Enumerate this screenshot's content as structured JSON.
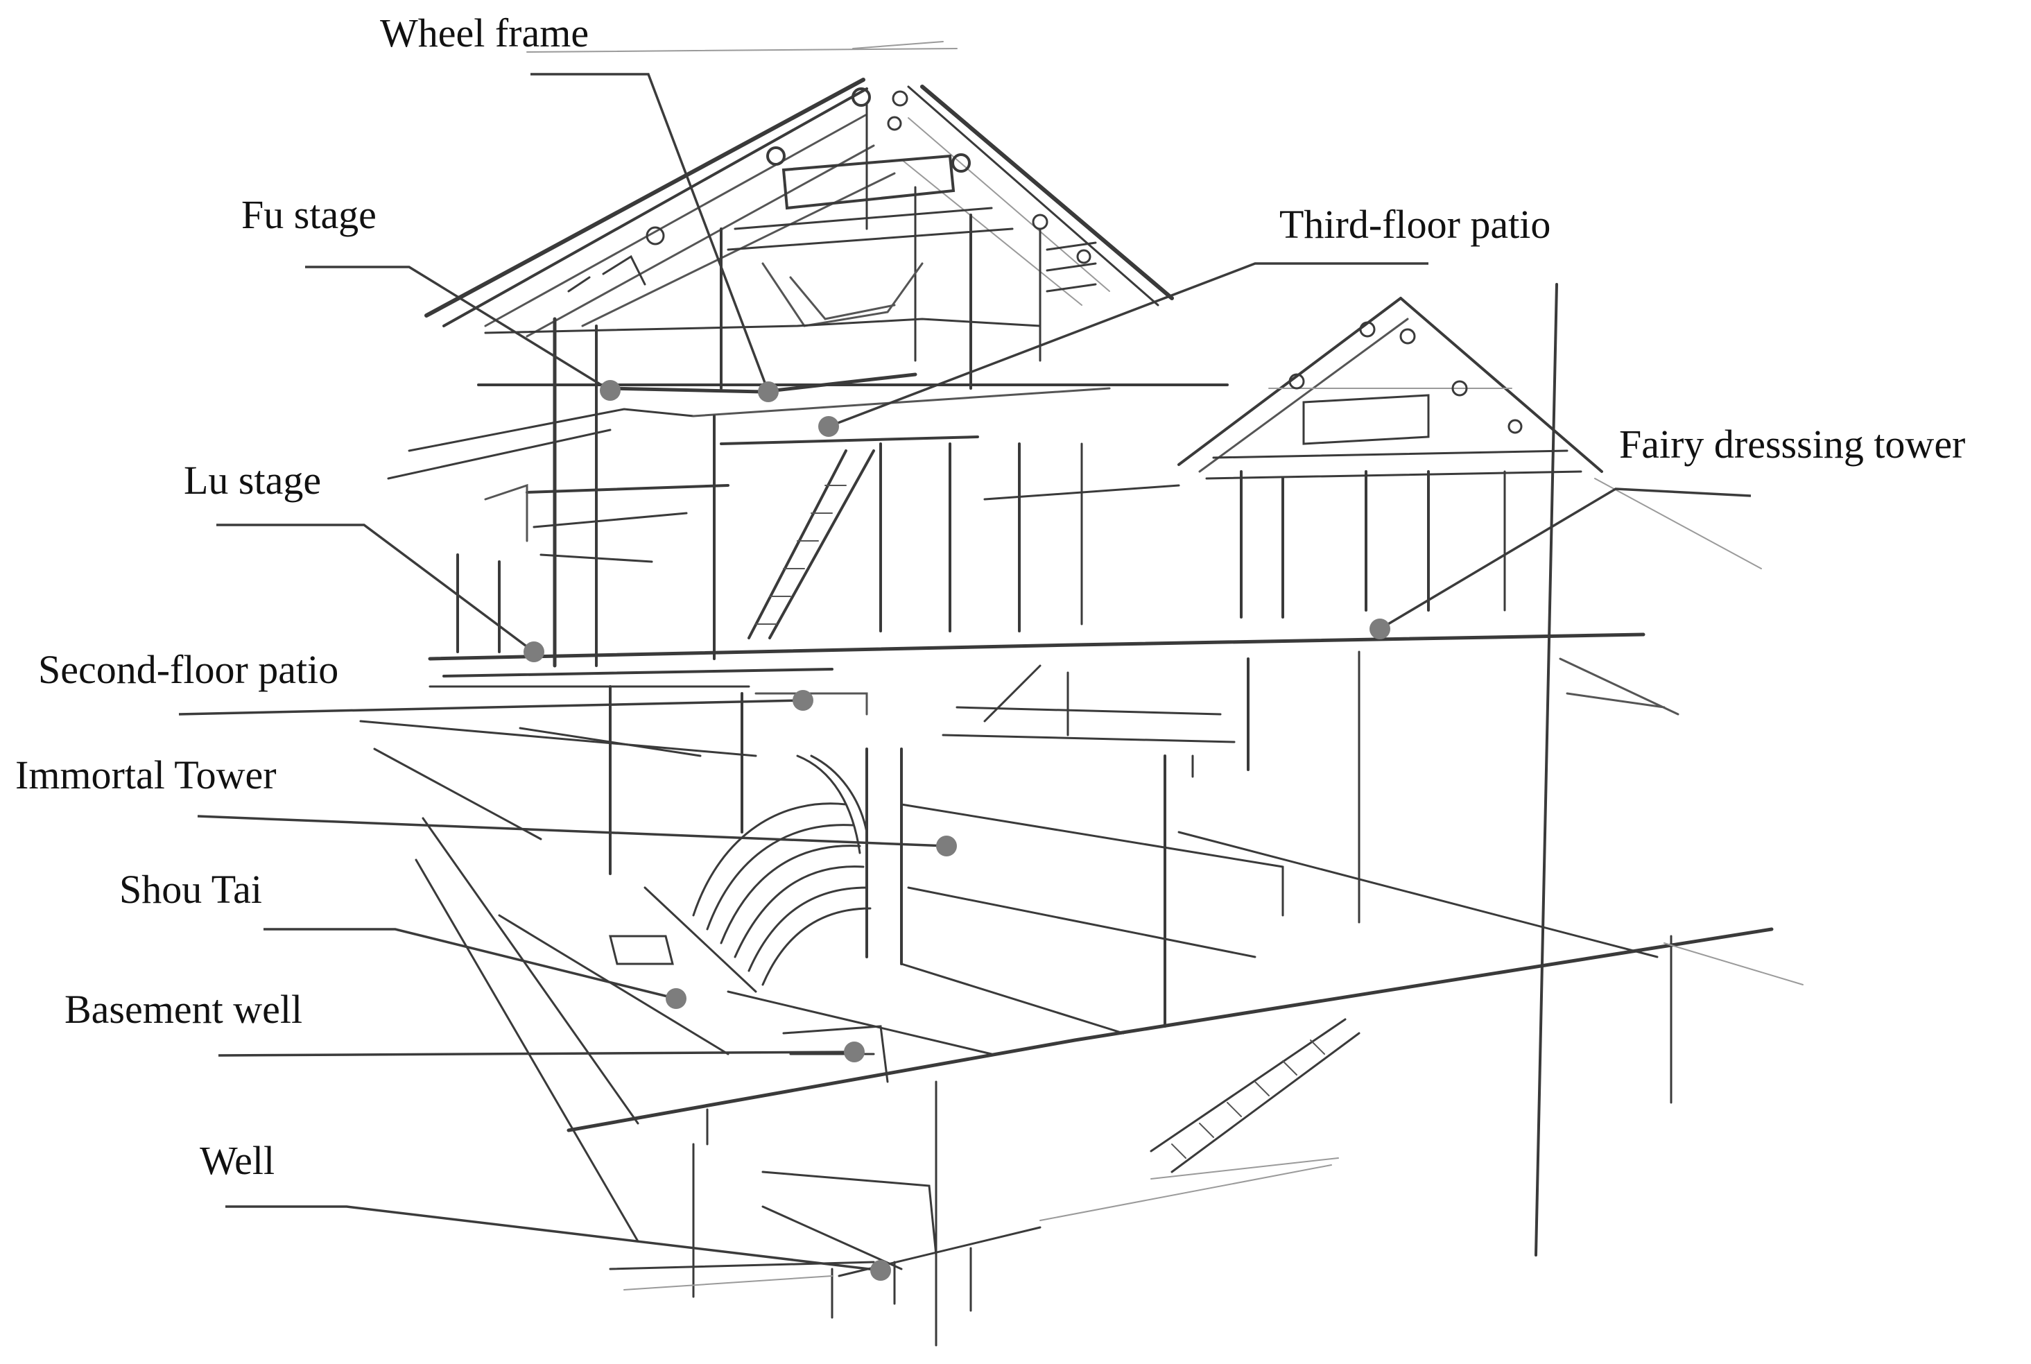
{
  "labels": {
    "wheel_frame": "Wheel frame",
    "fu_stage": "Fu stage",
    "third_floor_patio": "Third-floor patio",
    "fairy_dressing_tower": "Fairy dresssing tower",
    "lu_stage": "Lu stage",
    "second_floor_patio": "Second-floor patio",
    "immortal_tower": "Immortal Tower",
    "shou_tai": "Shou Tai",
    "basement_well": "Basement well",
    "well": "Well"
  },
  "colors": {
    "ink": "#3a3a3a",
    "marker": "#7d7d7d",
    "text": "#111111"
  }
}
